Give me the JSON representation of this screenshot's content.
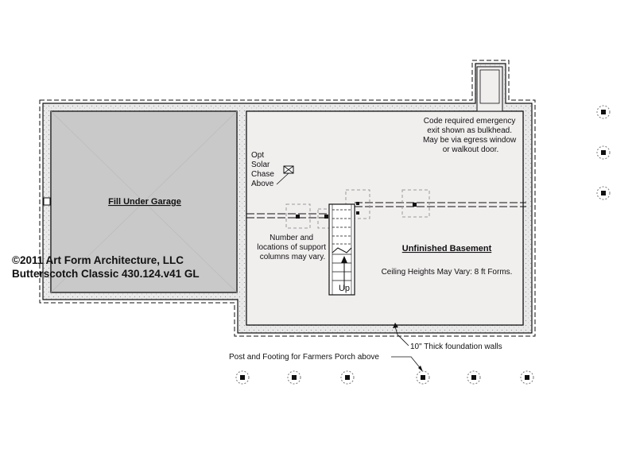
{
  "colors": {
    "garage_fill": "#c9c9c9",
    "basement_fill": "#f1eeee",
    "wall_fill": "#e6e6e6",
    "line": "#111111",
    "dashed_box": "#9a9a9a"
  },
  "labels": {
    "garage": "Fill Under Garage",
    "basement": "Unfinished Basement",
    "ceiling": "Ceiling Heights May Vary: 8 ft Forms.",
    "stairs": "Up",
    "solar": [
      "Opt",
      "Solar",
      "Chase",
      "Above"
    ],
    "columns_note": [
      "Number and",
      "locations of support",
      "columns may vary."
    ],
    "egress_note": [
      "Code required emergency",
      "exit shown as bulkhead.",
      "May be via egress window",
      "or walkout door."
    ],
    "foundation_note": "10\" Thick foundation walls",
    "porch_note": "Post and Footing for Farmers Porch above"
  },
  "copyright": {
    "line1": "©2011 Art Form Architecture, LLC",
    "line2": "Butterscotch Classic 430.124.v41 GL"
  },
  "icons": {
    "footing": "post-footing-icon",
    "column": "support-column-icon",
    "solar_chase": "solar-chase-icon",
    "stair_arrow": "arrow-up-icon"
  }
}
